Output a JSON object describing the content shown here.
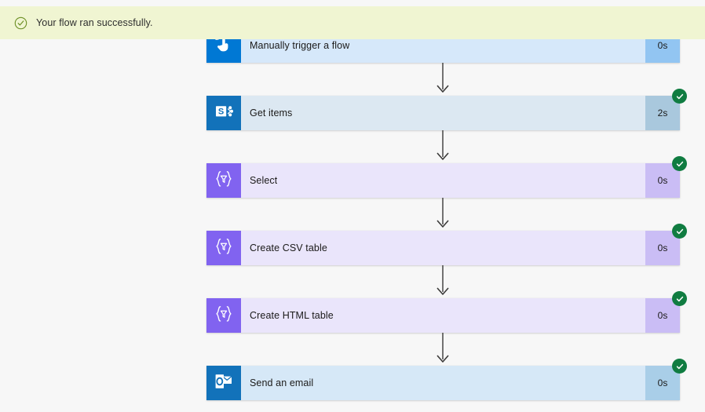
{
  "banner": {
    "icon": "circle-check-outline-icon",
    "message": "Your flow ran successfully.",
    "background_color": "#f0f5d2",
    "text_color": "#2d2d2d"
  },
  "flow": {
    "status_badge_color": "#107c41",
    "connector_color": "#3b3a39",
    "nodes": [
      {
        "title": "Manually trigger a flow",
        "duration": "0s",
        "icon": "tap-hand-icon",
        "theme": "blue",
        "status": "succeeded",
        "status_badge_visible": false
      },
      {
        "title": "Get items",
        "duration": "2s",
        "icon": "sharepoint-icon",
        "theme": "sp",
        "status": "succeeded",
        "status_badge_visible": true
      },
      {
        "title": "Select",
        "duration": "0s",
        "icon": "data-operations-icon",
        "theme": "purple",
        "status": "succeeded",
        "status_badge_visible": true
      },
      {
        "title": "Create CSV table",
        "duration": "0s",
        "icon": "data-operations-icon",
        "theme": "purple",
        "status": "succeeded",
        "status_badge_visible": true
      },
      {
        "title": "Create HTML table",
        "duration": "0s",
        "icon": "data-operations-icon",
        "theme": "purple",
        "status": "succeeded",
        "status_badge_visible": true
      },
      {
        "title": "Send an email",
        "duration": "0s",
        "icon": "outlook-icon",
        "theme": "outlook",
        "status": "succeeded",
        "status_badge_visible": true
      }
    ]
  }
}
